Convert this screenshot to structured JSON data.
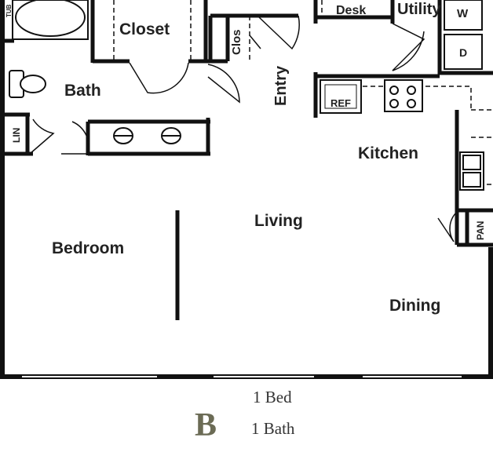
{
  "plan": {
    "unit_letter": "B",
    "beds": "1 Bed",
    "baths": "1 Bath",
    "rooms": {
      "closet": "Closet",
      "desk": "Desk",
      "utility": "Utility",
      "washer": "W",
      "dryer": "D",
      "clos": "Clos",
      "entry": "Entry",
      "bath": "Bath",
      "lin": "LIN",
      "ref": "REF",
      "kitchen": "Kitchen",
      "living": "Living",
      "bedroom": "Bedroom",
      "dining": "Dining",
      "pan": "PAN",
      "tub": "TUB"
    }
  }
}
